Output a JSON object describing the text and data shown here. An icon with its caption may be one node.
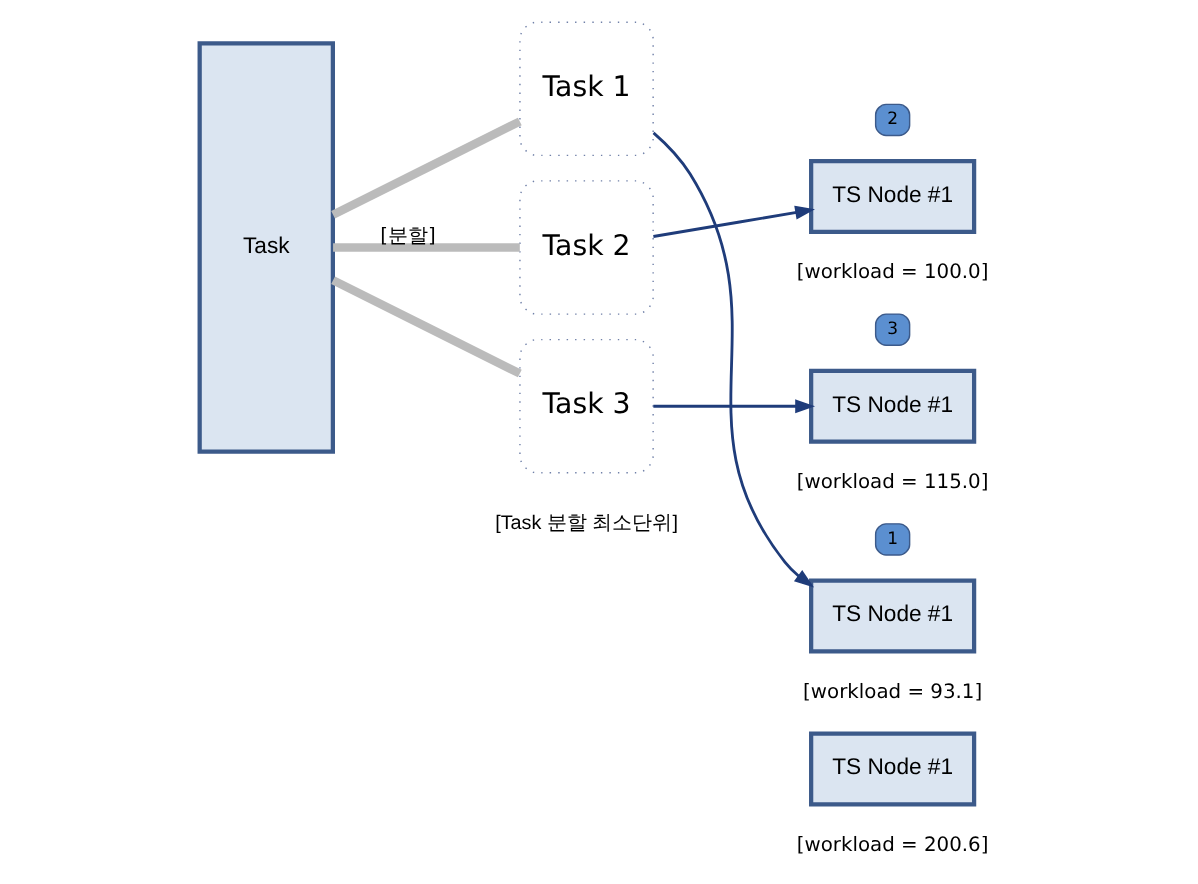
{
  "diagram": {
    "nodes": [
      {
        "text": [
          "Task"
        ]
      },
      {
        "text": [
          "Task 1"
        ]
      },
      {
        "text": [
          "Task 2"
        ]
      },
      {
        "text": [
          "Task 3"
        ]
      },
      {
        "text": [
          "2"
        ]
      },
      {
        "text": [
          "TS Node #1"
        ],
        "beside": [
          "[workload = 100.0]"
        ]
      },
      {
        "text": [
          "3"
        ]
      },
      {
        "text": [
          "TS Node #1"
        ],
        "beside": [
          "[workload = 115.0]"
        ]
      },
      {
        "text": [
          "1"
        ]
      },
      {
        "text": [
          "TS Node #1"
        ],
        "beside": [
          "[workload = 93.1]"
        ]
      },
      {
        "text": [
          "TS Node #1"
        ],
        "beside": [
          "[workload = 200.6]"
        ]
      }
    ],
    "edges": [
      {
        "from": 0,
        "to": 1,
        "arrow": "none",
        "style": "thick",
        "color": "#bbbbbb"
      },
      {
        "from": 0,
        "to": 2,
        "arrow": "none",
        "label": "[분할]",
        "style": "thick",
        "color": "#bbbbbb"
      },
      {
        "from": 0,
        "to": 3,
        "arrow": "none",
        "style": "thick",
        "color": "#bbbbbb"
      },
      {
        "from": 1,
        "to": 9,
        "arrow": "to",
        "color": "#1f3c7a"
      },
      {
        "from": 2,
        "to": 5,
        "arrow": "to",
        "color": "#1f3c7a"
      },
      {
        "from": 3,
        "to": 7,
        "arrow": "to",
        "color": "#1f3c7a"
      }
    ],
    "labels": [
      "[Task 분할 최소단위]"
    ]
  }
}
